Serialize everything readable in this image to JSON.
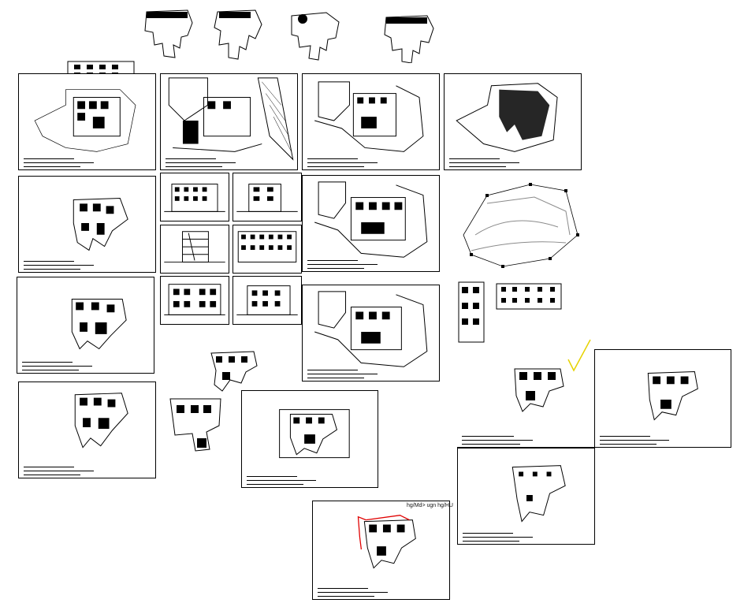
{
  "drawing": {
    "background": "#ffffff",
    "line_color": "#000000",
    "annotation_colors": {
      "red_outline": "#e00000",
      "yellow_check": "#e6d200",
      "site_contours": "#8a8a8a"
    }
  },
  "top_thumbnails": [
    {
      "caption": ""
    },
    {
      "caption": ""
    },
    {
      "caption": ""
    },
    {
      "caption": ""
    }
  ],
  "sheets": [
    {
      "kind": "site-plan"
    },
    {
      "kind": "site-plan-hatched-boundary"
    },
    {
      "kind": "site-plan"
    },
    {
      "kind": "site-plan-hatched-building"
    },
    {
      "kind": "floor-plan"
    },
    {
      "kind": "elevation"
    },
    {
      "kind": "section"
    },
    {
      "kind": "site-plan"
    },
    {
      "kind": "elevation"
    },
    {
      "kind": "elevation"
    },
    {
      "kind": "floor-plan"
    },
    {
      "kind": "elevation"
    },
    {
      "kind": "elevation"
    },
    {
      "kind": "site-plan"
    },
    {
      "kind": "floor-plan"
    },
    {
      "kind": "floor-plan-detail"
    },
    {
      "kind": "floor-plan"
    },
    {
      "kind": "floor-plan"
    },
    {
      "kind": "roof-plan"
    },
    {
      "kind": "floor-plan-marked"
    }
  ],
  "annotations": {
    "handwritten_note": "hg/Md> ugn hg/HU"
  },
  "icons": [
    "check-mark-icon",
    "red-outline-markup-icon"
  ]
}
